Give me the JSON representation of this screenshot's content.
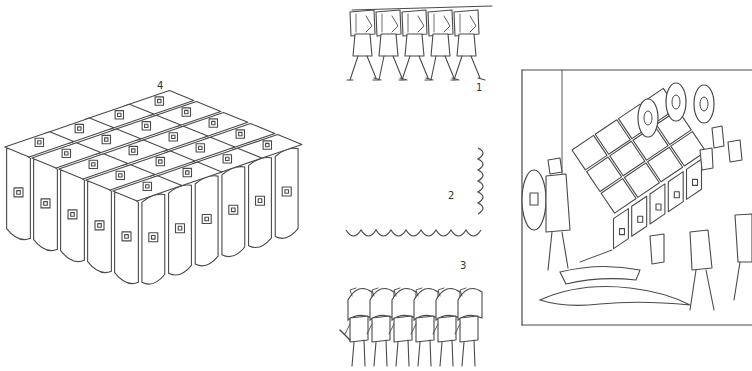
{
  "diagram": {
    "labels": [
      "4",
      "1",
      "2",
      "3"
    ]
  }
}
